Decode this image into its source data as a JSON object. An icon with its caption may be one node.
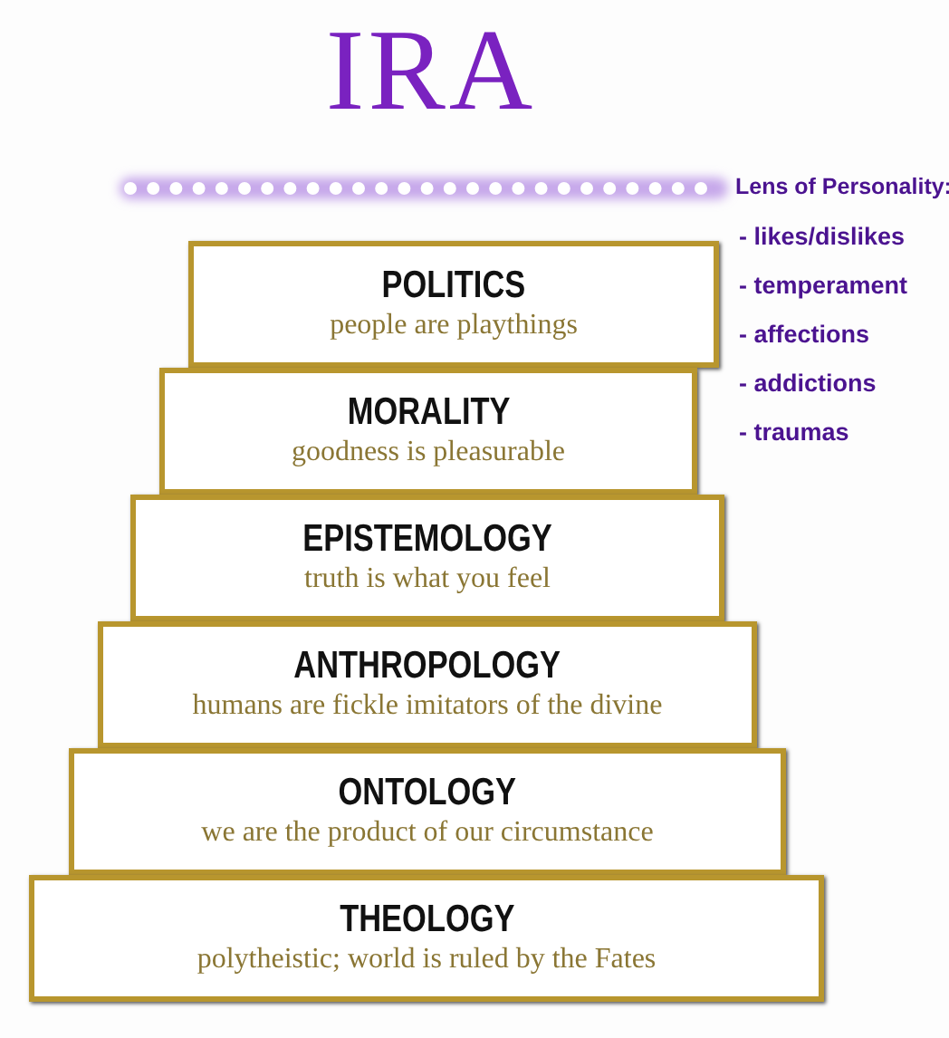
{
  "diagram": {
    "title": "IRA",
    "nodes": [
      {
        "text": [
          "POLITICS",
          "people are playthings"
        ]
      },
      {
        "text": [
          "MORALITY",
          "goodness is pleasurable"
        ]
      },
      {
        "text": [
          "EPISTEMOLOGY",
          "truth is what you feel"
        ]
      },
      {
        "text": [
          "ANTHROPOLOGY",
          "humans are fickle imitators of the divine"
        ]
      },
      {
        "text": [
          "ONTOLOGY",
          "we are the product of our circumstance"
        ]
      },
      {
        "text": [
          "THEOLOGY",
          "polytheistic; world is ruled by the Fates"
        ]
      }
    ],
    "labels": [
      "Lens of Personality:",
      "- likes/dislikes",
      "- temperament",
      "- affections",
      "- addictions",
      "- traumas"
    ]
  }
}
